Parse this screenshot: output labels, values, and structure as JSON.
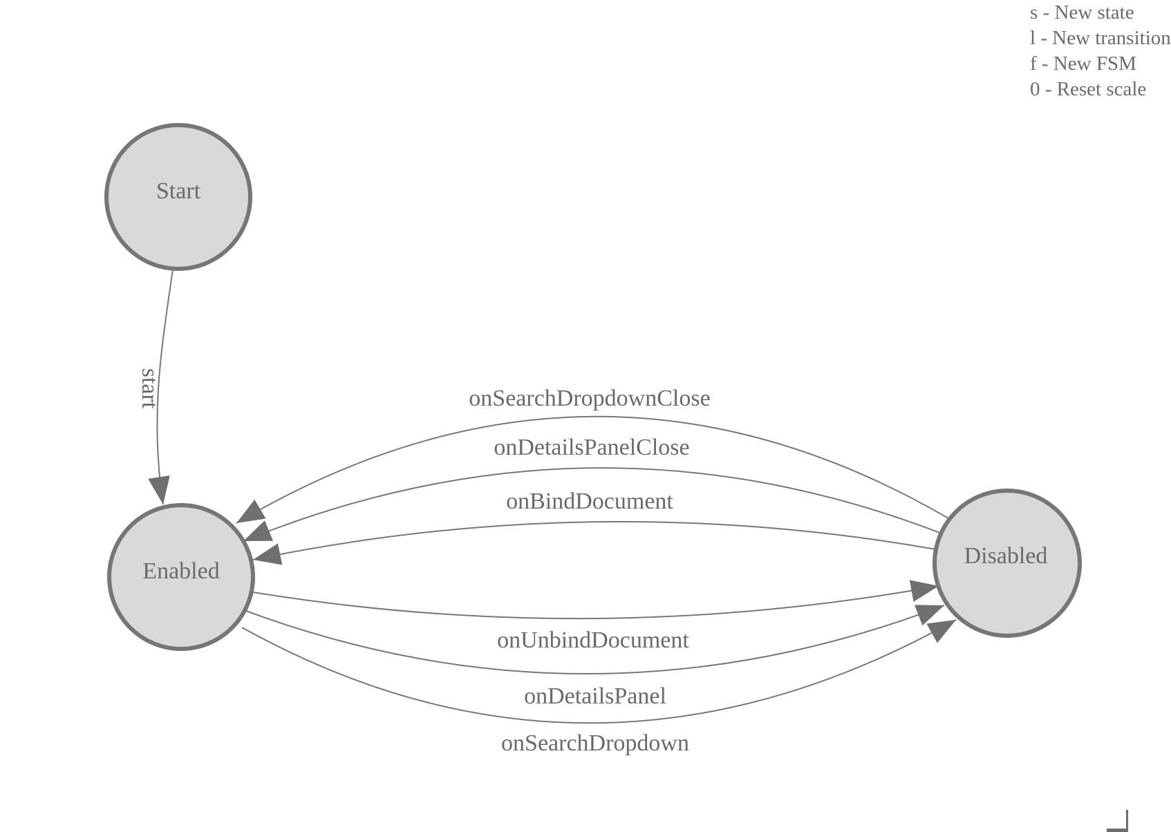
{
  "diagram": {
    "nodes": [
      {
        "id": "start",
        "label": "Start"
      },
      {
        "id": "enabled",
        "label": "Enabled"
      },
      {
        "id": "disabled",
        "label": "Disabled"
      }
    ],
    "edges": [
      {
        "label": "start",
        "from": "Start",
        "to": "Enabled"
      },
      {
        "label": "onSearchDropdownClose",
        "from": "Disabled",
        "to": "Enabled"
      },
      {
        "label": "onDetailsPanelClose",
        "from": "Disabled",
        "to": "Enabled"
      },
      {
        "label": "onBindDocument",
        "from": "Disabled",
        "to": "Enabled"
      },
      {
        "label": "onUnbindDocument",
        "from": "Enabled",
        "to": "Disabled"
      },
      {
        "label": "onDetailsPanel",
        "from": "Enabled",
        "to": "Disabled"
      },
      {
        "label": "onSearchDropdown",
        "from": "Enabled",
        "to": "Disabled"
      }
    ]
  },
  "legend": {
    "items": [
      "s - New state",
      "l - New transition",
      "f - New FSM",
      "0 - Reset scale"
    ]
  },
  "colors": {
    "node_fill": "#d9d9d9",
    "node_stroke": "#767676",
    "edge_stroke": "#777777",
    "arrow_fill": "#6f6f6f",
    "label_color": "#6a6a6a",
    "legend_color": "#6b6b6b",
    "corner_color": "#6e6e6e"
  }
}
